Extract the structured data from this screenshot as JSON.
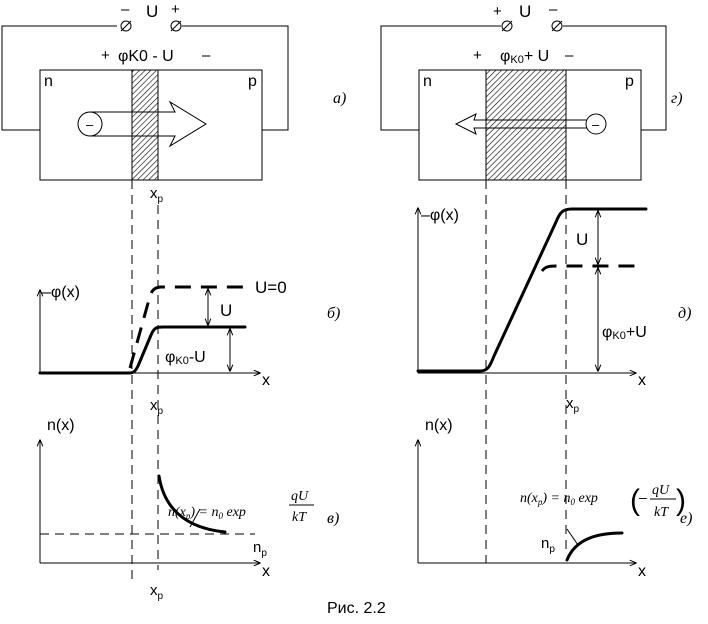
{
  "caption": "Рис. 2.2",
  "terminals": {
    "left": {
      "minus": "–",
      "plus": "+",
      "u": "U"
    },
    "right": {
      "plus": "+",
      "minus": "–",
      "u": "U"
    }
  },
  "panel_a": {
    "letter": "а)",
    "barrier_plus": "+",
    "barrier_minus": "–",
    "barrier_formula": "φK0 - U",
    "n": "n",
    "p": "p",
    "electron": "–",
    "xp": "xp"
  },
  "panel_g": {
    "letter": "г)",
    "barrier_plus": "+",
    "barrier_minus": "–",
    "barrier_formula": "φK0+ U",
    "n": "n",
    "p": "p",
    "electron": "–"
  },
  "panel_b": {
    "letter": "б)",
    "ylabel": "–φ(x)",
    "xlabel": "x",
    "label_U0": "U=0",
    "label_U": "U",
    "label_phi": "φK0-U",
    "xp": "xp"
  },
  "panel_d": {
    "letter": "д)",
    "ylabel": "–φ(x)",
    "xlabel": "x",
    "label_U": "U",
    "label_phi": "φK0+U",
    "xp": "xp"
  },
  "panel_v": {
    "letter": "в)",
    "ylabel": "n(x)",
    "xlabel": "x",
    "np": "np",
    "formula_lhs": "n(xp) = n0 exp",
    "formula_num": "qU",
    "formula_den": "kT",
    "xp": "xp"
  },
  "panel_e": {
    "letter": "е)",
    "ylabel": "n(x)",
    "xlabel": "x",
    "np": "np",
    "formula_lhs": "n(xp) = n0 exp",
    "formula_num": "qU",
    "formula_den": "kT",
    "formula_sign": "–"
  }
}
